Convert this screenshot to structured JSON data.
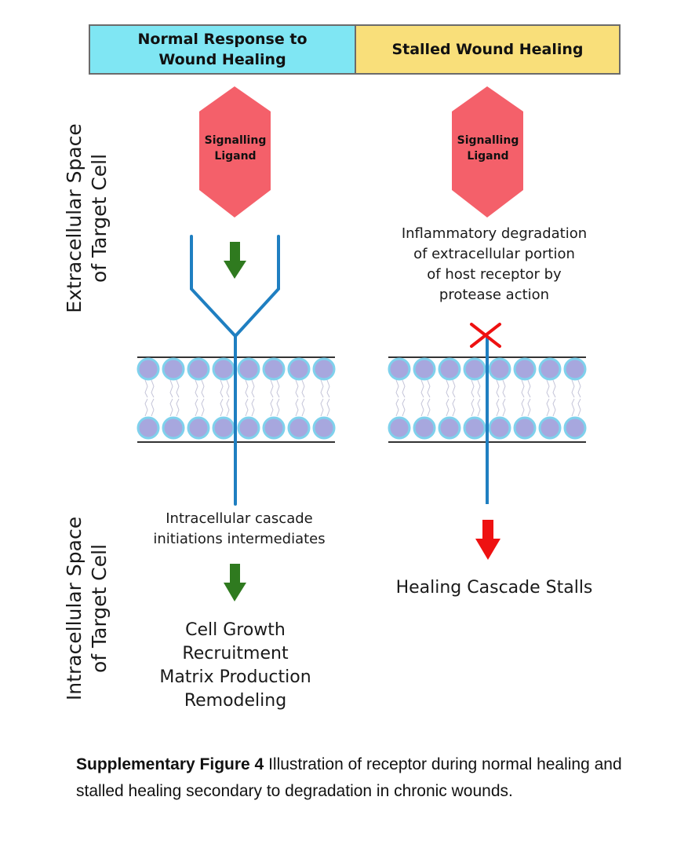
{
  "header": {
    "left_label_line1": "Normal Response to",
    "left_label_line2": "Wound Healing",
    "right_label": "Stalled Wound Healing",
    "left_color": "#7fe6f3",
    "right_color": "#f9df7a"
  },
  "side_labels": {
    "extracellular_line1": "Extracellular Space",
    "extracellular_line2": "of Target Cell",
    "intracellular_line1": "Intracellular Space",
    "intracellular_line2": "of Target Cell"
  },
  "left_panel": {
    "ligand_line1": "Signalling",
    "ligand_line2": "Ligand",
    "cascade_line1": "Intracellular cascade",
    "cascade_line2": "initiations intermediates",
    "outcomes": [
      "Cell Growth",
      "Recruitment",
      "Matrix Production",
      "Remodeling"
    ]
  },
  "right_panel": {
    "ligand_line1": "Signalling",
    "ligand_line2": "Ligand",
    "degradation_lines": [
      "Inflammatory degradation",
      "of extracellular portion",
      "of host receptor by",
      "protease action"
    ],
    "stalls_text": "Healing Cascade Stalls"
  },
  "caption": {
    "label": "Supplementary Figure 4",
    "text": " Illustration of receptor during normal healing and stalled healing secondary to degradation in chronic wounds."
  },
  "colors": {
    "ligand": "#f4606a",
    "receptor": "#1f7fc1",
    "lipid_head": "#a7a7de",
    "lipid_head_outline": "#7fd1ec",
    "membrane_line": "#333333",
    "arrow_green": "#2f7a1f",
    "arrow_red": "#ee1111",
    "cross_red": "#ee1111"
  },
  "icons": {
    "ligand_shape": "hexagon",
    "normal_arrow": "arrow-down-green",
    "stalled_arrow": "arrow-down-red",
    "cleavage_mark": "x-cross"
  }
}
